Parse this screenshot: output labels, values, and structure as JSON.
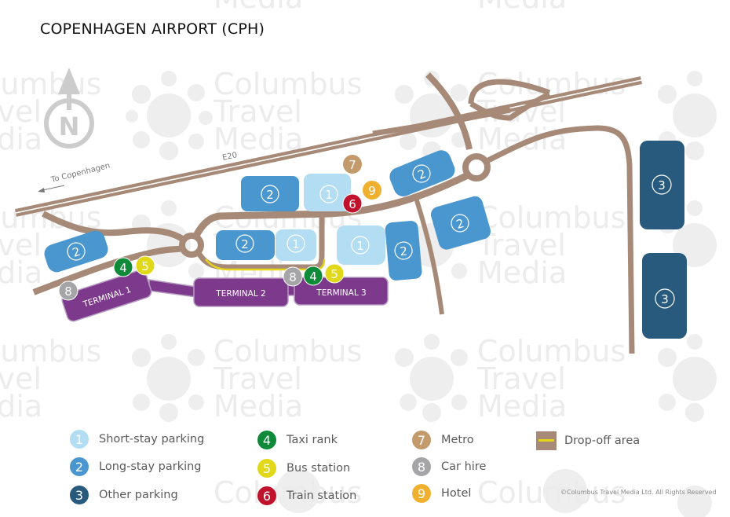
{
  "title": "COPENHAGEN AIRPORT (CPH)",
  "compass": {
    "label": "N"
  },
  "roads": {
    "highway_label": "E20",
    "direction_label": "To Copenhagen"
  },
  "terminals": [
    {
      "label": "TERMINAL 1"
    },
    {
      "label": "TERMINAL 2"
    },
    {
      "label": "TERMINAL 3"
    }
  ],
  "map_markers": {
    "parking_short": "1",
    "parking_long": "2",
    "parking_other": "3",
    "taxi": "4",
    "bus": "5",
    "train": "6",
    "metro": "7",
    "car_hire": "8",
    "hotel": "9"
  },
  "watermark": {
    "line1": "Columbus",
    "line2": "Travel",
    "line3": "Media"
  },
  "legend": [
    {
      "num": "1",
      "label": "Short-stay parking",
      "color": "#b3ddf3"
    },
    {
      "num": "2",
      "label": "Long-stay parking",
      "color": "#4a96cf"
    },
    {
      "num": "3",
      "label": "Other parking",
      "color": "#275a7c"
    },
    {
      "num": "4",
      "label": "Taxi rank",
      "color": "#0e8a39"
    },
    {
      "num": "5",
      "label": "Bus station",
      "color": "#e2d81a"
    },
    {
      "num": "6",
      "label": "Train station",
      "color": "#c0122c"
    },
    {
      "num": "7",
      "label": "Metro",
      "color": "#c39a6b"
    },
    {
      "num": "8",
      "label": "Car hire",
      "color": "#a5a5a7"
    },
    {
      "num": "9",
      "label": "Hotel",
      "color": "#efb02f"
    },
    {
      "num": "",
      "label": "Drop-off area",
      "color": "#a68a77"
    }
  ],
  "colors": {
    "road": "#a68a77",
    "terminal": "#7d3a8c",
    "terminal_border": "#b69ac1",
    "dropoff": "#e5d21a"
  },
  "copyright": "©Columbus Travel Media Ltd. All Rights Reserved"
}
